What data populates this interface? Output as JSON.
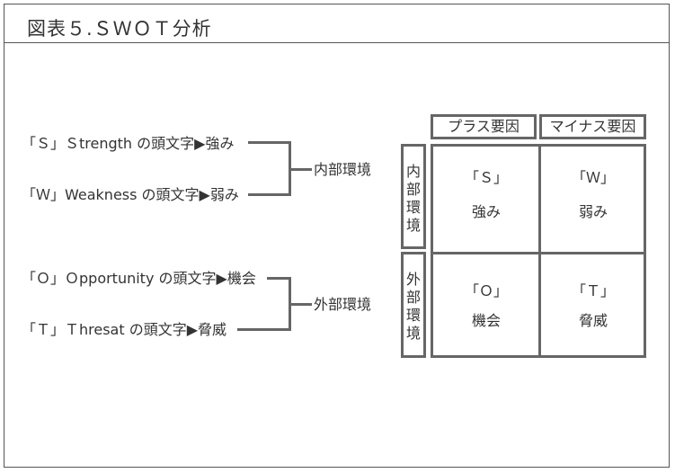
{
  "title": "図表５.ＳＷＯＴ分析",
  "left": {
    "s_item": "「Ｓ」Ｓtrength の頭文字▶強み",
    "w_item": "「Ｗ」Weakness の頭文字▶弱み",
    "o_item": "「Ｏ」Ｏpportunity の頭文字▶機会",
    "t_item": "「Ｔ」Ｔhresat の頭文字▶脅威",
    "internal_group": "内部環境",
    "external_group": "外部環境"
  },
  "matrix": {
    "col_plus": "プラス要因",
    "col_minus": "マイナス要因",
    "row_internal": [
      "内",
      "部",
      "環",
      "境"
    ],
    "row_external": [
      "外",
      "部",
      "環",
      "境"
    ],
    "s_letter": "「Ｓ」",
    "s_word": "強み",
    "w_letter": "「Ｗ」",
    "w_word": "弱み",
    "o_letter": "「Ｏ」",
    "o_word": "機会",
    "t_letter": "「Ｔ」",
    "t_word": "脅威"
  }
}
